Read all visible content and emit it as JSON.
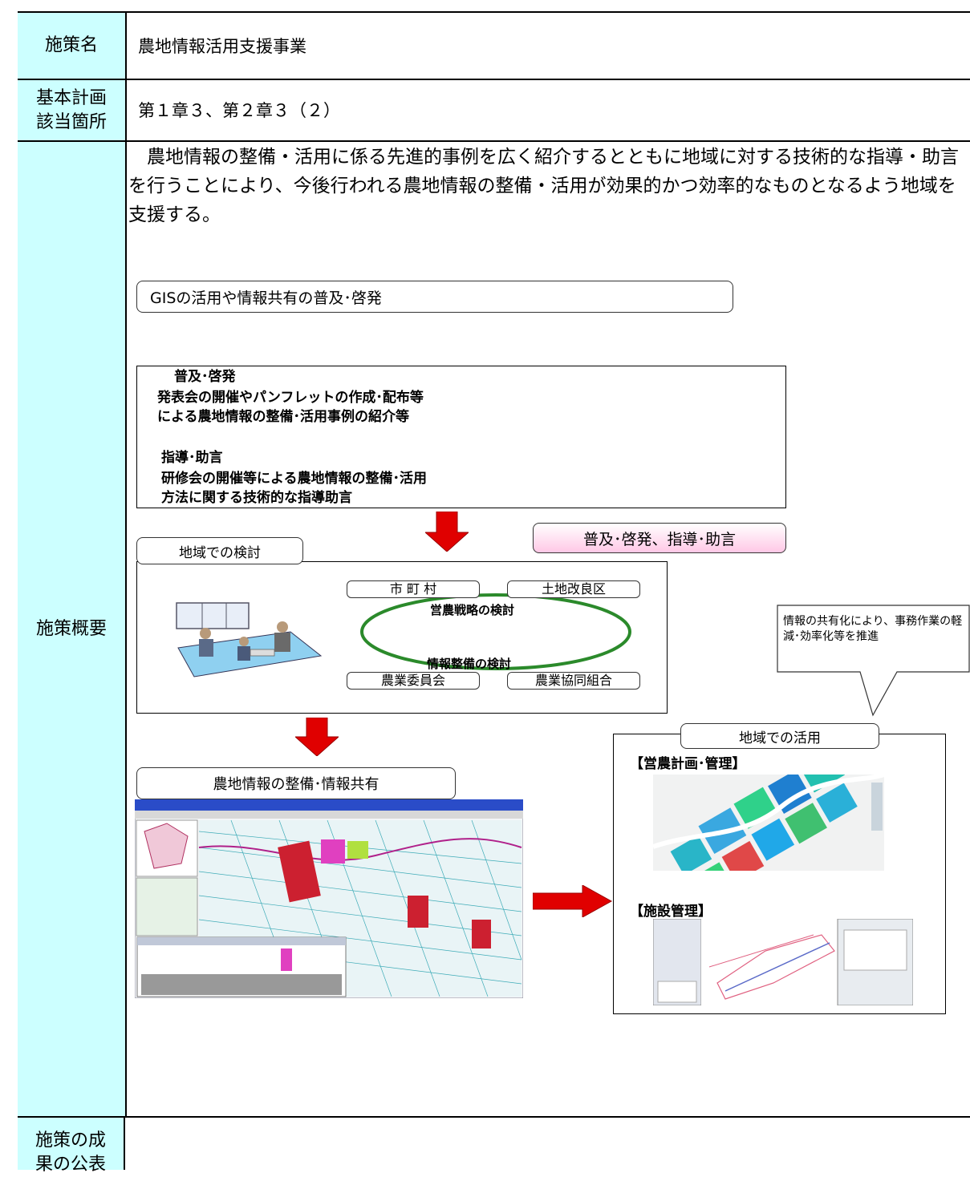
{
  "rows": {
    "policy_name_label": "施策名",
    "policy_name_value": "農地情報活用支援事業",
    "plan_label_line1": "基本計画",
    "plan_label_line2": "該当箇所",
    "plan_value": "第１章３、第２章３（２）",
    "overview_label": "施策概要",
    "result_label_line1": "施策の成",
    "result_label_line2": "果の公表"
  },
  "overview": {
    "description": "　農地情報の整備・活用に係る先進的事例を広く紹介するとともに地域に対する技術的な指導・助言を行うことにより、今後行われる農地情報の整備・活用が効果的かつ効率的なものとなるよう地域を支援する。",
    "gis_box": "GISの活用や情報共有の普及･啓発",
    "spread_title": "普及･啓発",
    "spread_line1": "発表会の開催やパンフレットの作成･配布等",
    "spread_line2": "による農地情報の整備･活用事例の紹介等",
    "guide_title": "指導･助言",
    "guide_line1": "研修会の開催等による農地情報の整備･活用",
    "guide_line2": "方法に関する技術的な指導助言",
    "pink_box": "普及･啓発、指導･助言",
    "region_study_tab": "地域での検討",
    "org_city": "市 町 村",
    "org_land": "土地改良区",
    "org_committee": "農業委員会",
    "org_coop": "農業協同組合",
    "strategy_label": "営農戦略の検討",
    "info_label": "情報整備の検討",
    "callout": "情報の共有化により、事務作業の軽減･効率化等を推進",
    "info_share_box": "農地情報の整備･情報共有",
    "region_use_tab": "地域での活用",
    "farm_plan_label": "【営農計画･管理】",
    "facility_label": "【施設管理】"
  },
  "colors": {
    "label_bg": "#ccffff",
    "pink": "#ffd6ec",
    "arrow_red": "#e00000",
    "ellipse_green": "#2b8a2b"
  }
}
